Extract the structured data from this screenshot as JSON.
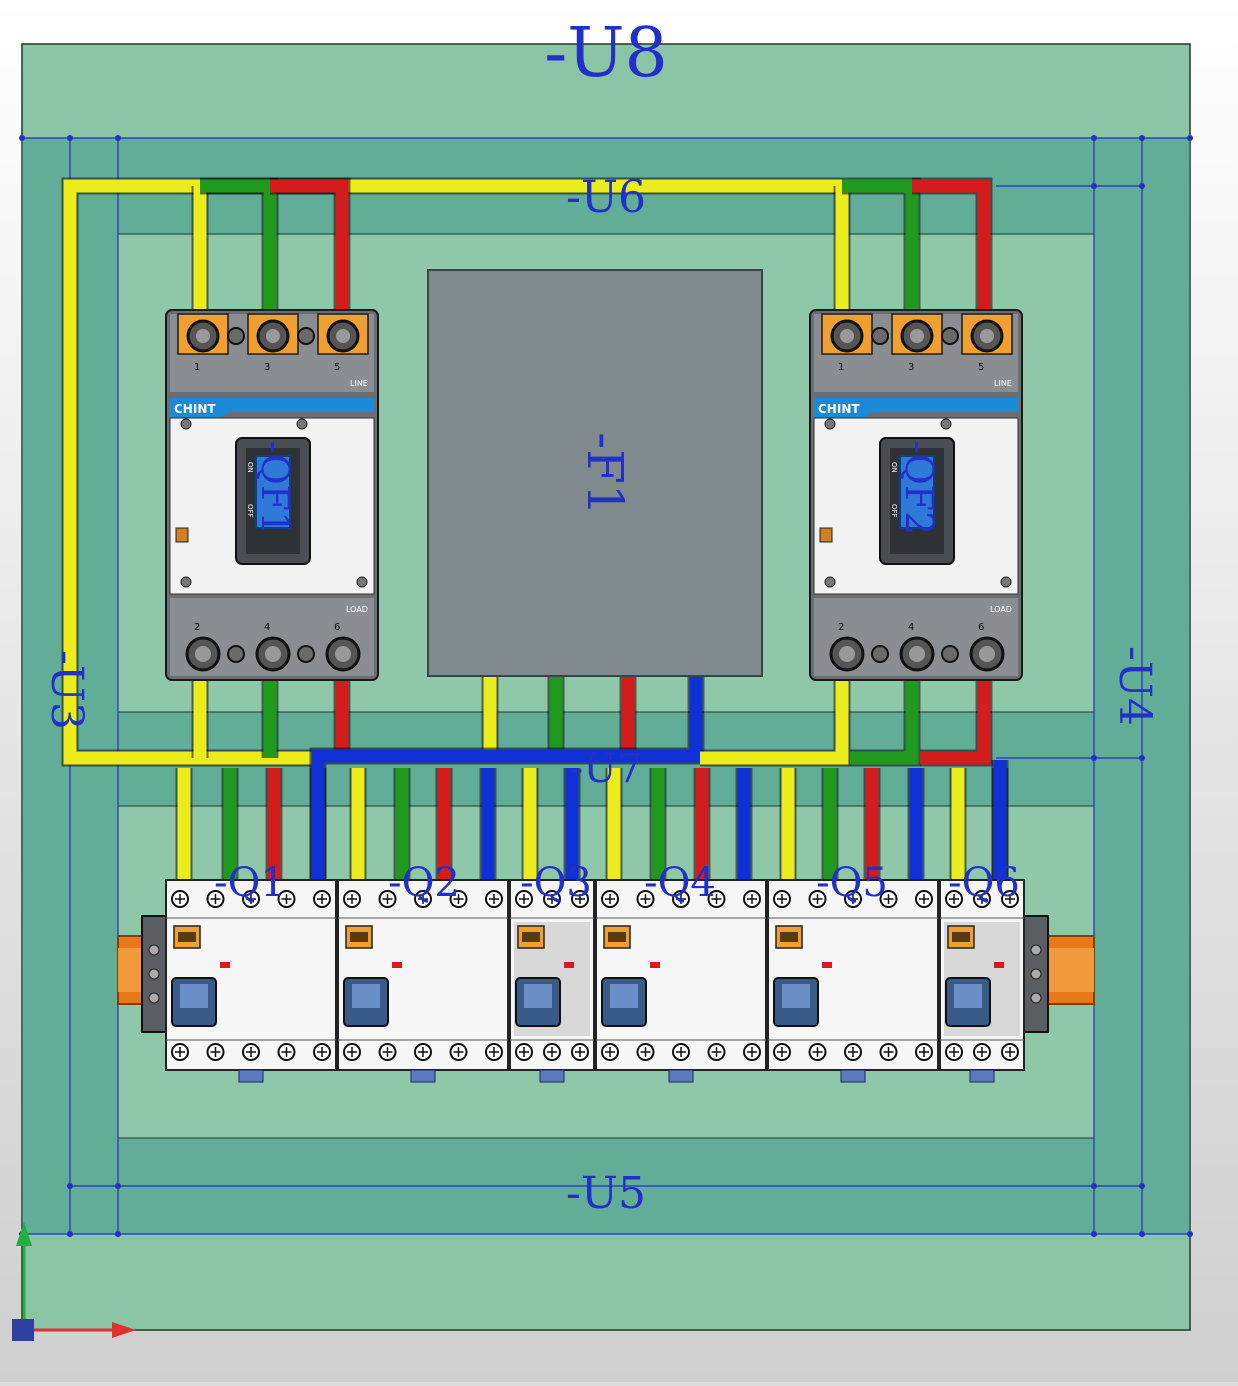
{
  "labels": {
    "u8": "-U8",
    "u6": "-U6",
    "u5": "-U5",
    "u3": "-U3",
    "u4": "-U4",
    "u7": "-U7",
    "f1": "-F1",
    "q1": "-Q1",
    "q2": "-Q2",
    "q3": "-Q3",
    "q4": "-Q4",
    "q5": "-Q5",
    "q6": "-Q6",
    "qf1": "-QF1",
    "qf2": "-QF2"
  },
  "mccb": {
    "brand": "CHINT",
    "line_label": "LINE",
    "load_label": "LOAD",
    "on_label": "ON",
    "off_label": "OFF",
    "top_terminals": [
      "1",
      "3",
      "5"
    ],
    "bottom_terminals": [
      "2",
      "4",
      "6"
    ]
  },
  "colors": {
    "panel_outer": "#8cc5a5",
    "panel_dark": "#62ad98",
    "panel_inner": "#8ec8a8",
    "wire_yellow": "#ecec1c",
    "wire_green": "#1f9a1f",
    "wire_red": "#d41c1c",
    "wire_blue": "#1030d8",
    "label_blue": "#2030c8",
    "f1_box": "#7e8a8e"
  }
}
